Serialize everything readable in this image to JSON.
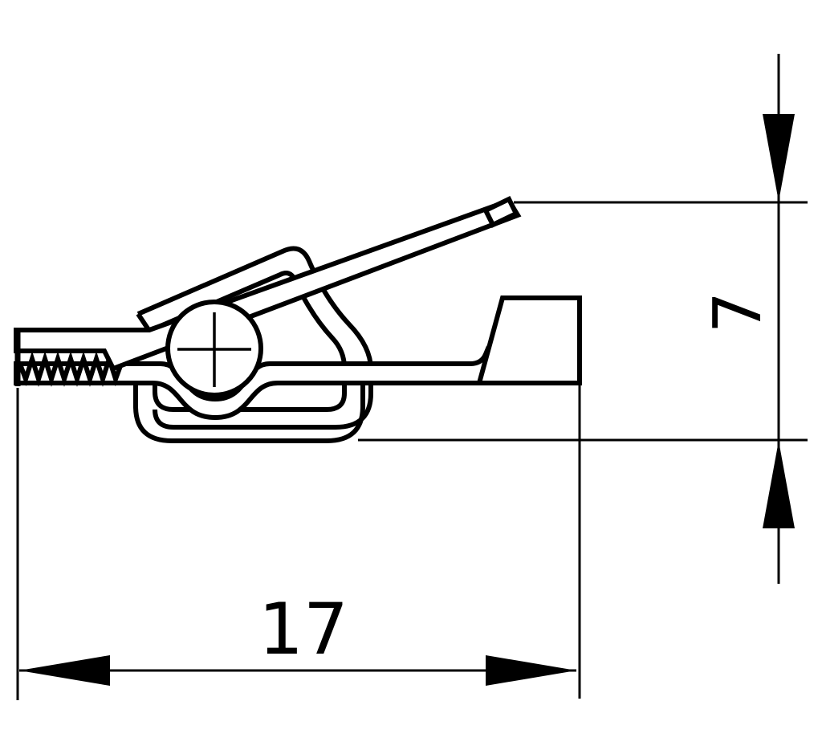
{
  "drawing": {
    "background_color": "#ffffff",
    "line_color": "#000000",
    "dimensions": {
      "width": {
        "label": "17",
        "orientation": "horizontal",
        "position": "bottom"
      },
      "height": {
        "label": "7",
        "orientation": "vertical",
        "position": "right"
      }
    }
  }
}
